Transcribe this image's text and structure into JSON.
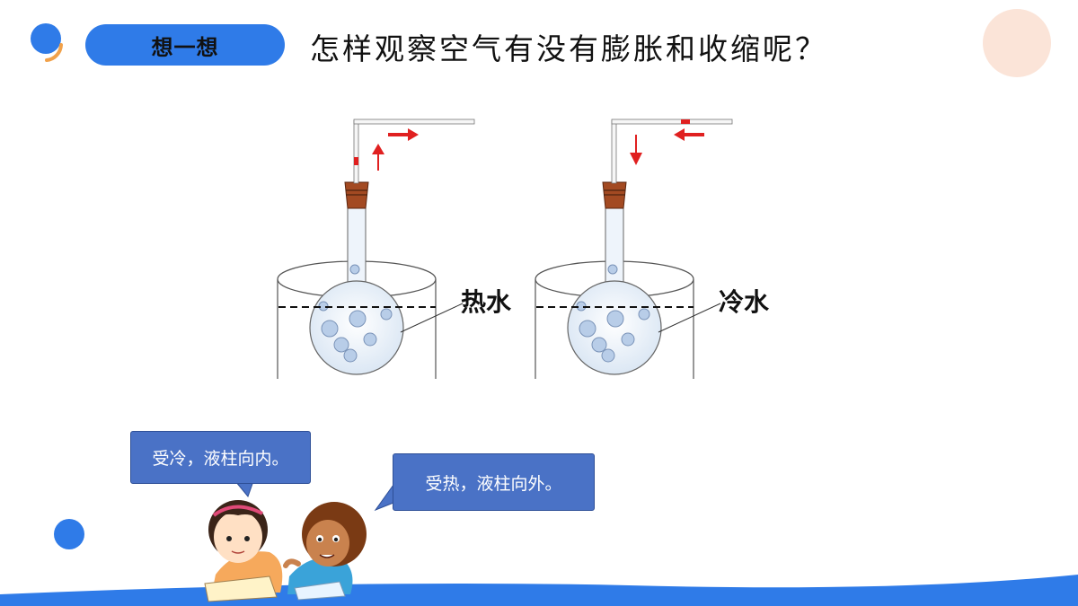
{
  "slide": {
    "tag_label": "想一想",
    "title": "怎样观察空气有没有膨胀和收缩呢？"
  },
  "diagram": {
    "left_label": "热水",
    "right_label": "冷水"
  },
  "speech": {
    "girl": "受冷，液柱向内。",
    "boy": "受热，液柱向外。"
  },
  "colors": {
    "accent_blue": "#2f7be8",
    "bubble_blue": "#4a72c6",
    "arrow_red": "#e02020",
    "deco_peach": "#fbe4d8",
    "deco_orange": "#f1a14a"
  },
  "icons": [
    "dot-icon",
    "arc-icon",
    "arrow-up-icon",
    "arrow-right-icon",
    "arrow-down-icon",
    "arrow-left-icon"
  ]
}
